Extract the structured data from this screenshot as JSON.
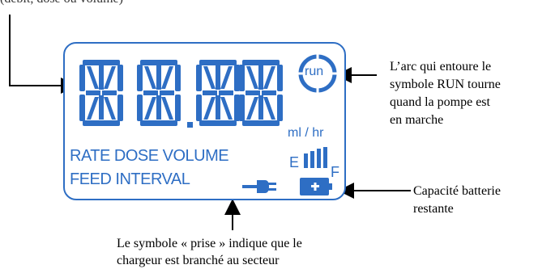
{
  "top_annotation": "(débit, dose ou volume)",
  "annotations": {
    "run_arc": [
      "L’arc qui entoure le",
      "symbole RUN tourne",
      "quand la pompe est",
      "en marche"
    ],
    "battery": [
      "Capacité batterie",
      "restante"
    ],
    "plug": [
      "Le symbole « prise » indique que le",
      "chargeur est branché au secteur"
    ]
  },
  "lcd": {
    "run_label": "run",
    "unit_label": "ml / hr",
    "line1": "RATE DOSE VOLUME",
    "line2": "FEED INTERVAL",
    "battery_empty": "E",
    "battery_full": "F",
    "battery_bars": 4,
    "color": "#2e6ec4"
  }
}
